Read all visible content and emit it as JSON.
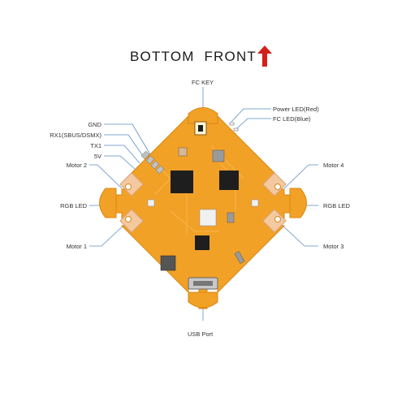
{
  "title": {
    "left": "BOTTOM",
    "right": "FRONT"
  },
  "labels": {
    "fc_key": "FC KEY",
    "power_led": "Power LED(Red)",
    "fc_led": "FC LED(Blue)",
    "gnd": "GND",
    "rx1": "RX1(SBUS/DSMX)",
    "tx1": "TX1",
    "v5": "5V",
    "motor2": "Motor 2",
    "motor4": "Motor 4",
    "rgb_left": "RGB LED",
    "rgb_right": "RGB LED",
    "motor1": "Motor 1",
    "motor3": "Motor 3",
    "usb": "USB Port"
  },
  "colors": {
    "board": "#f2a127",
    "board_edge": "#d98712",
    "arrow": "#d32018",
    "leader": "#5a8fc4",
    "chip": "#1e1e1e",
    "connector": "#f4c9a0"
  }
}
